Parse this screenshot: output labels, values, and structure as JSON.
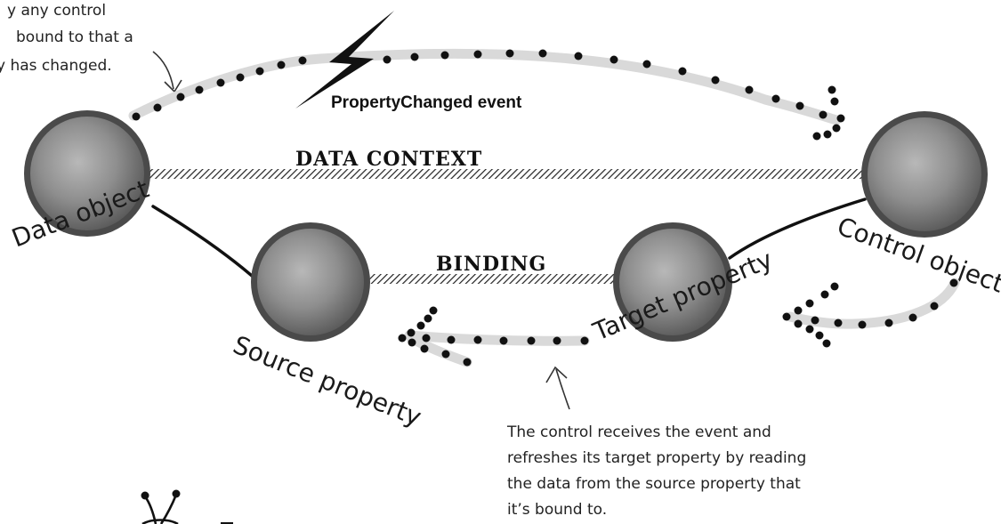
{
  "diagram": {
    "event": {
      "label": "PropertyChanged event"
    },
    "links": {
      "data_context": "DATA CONTEXT",
      "binding": "BINDING"
    },
    "nodes": {
      "data_object": "Data object",
      "control_object": "Control object",
      "source_property": "Source property",
      "target_property": "Target property"
    },
    "notes": {
      "top_left": [
        "y any control",
        "bound to that a",
        "y has changed."
      ],
      "bottom": [
        "The control receives the event and",
        "refreshes its target property by reading",
        "the data from the source property that",
        "it’s bound to."
      ]
    }
  },
  "colors": {
    "ball": "#8a8a8a",
    "ball_rim": "#4a4a4a",
    "track": "#d9d9d9",
    "dots": "#111111"
  },
  "icons": {
    "event": "lightning-bolt-icon",
    "note_pointer": "arrow-icon"
  }
}
